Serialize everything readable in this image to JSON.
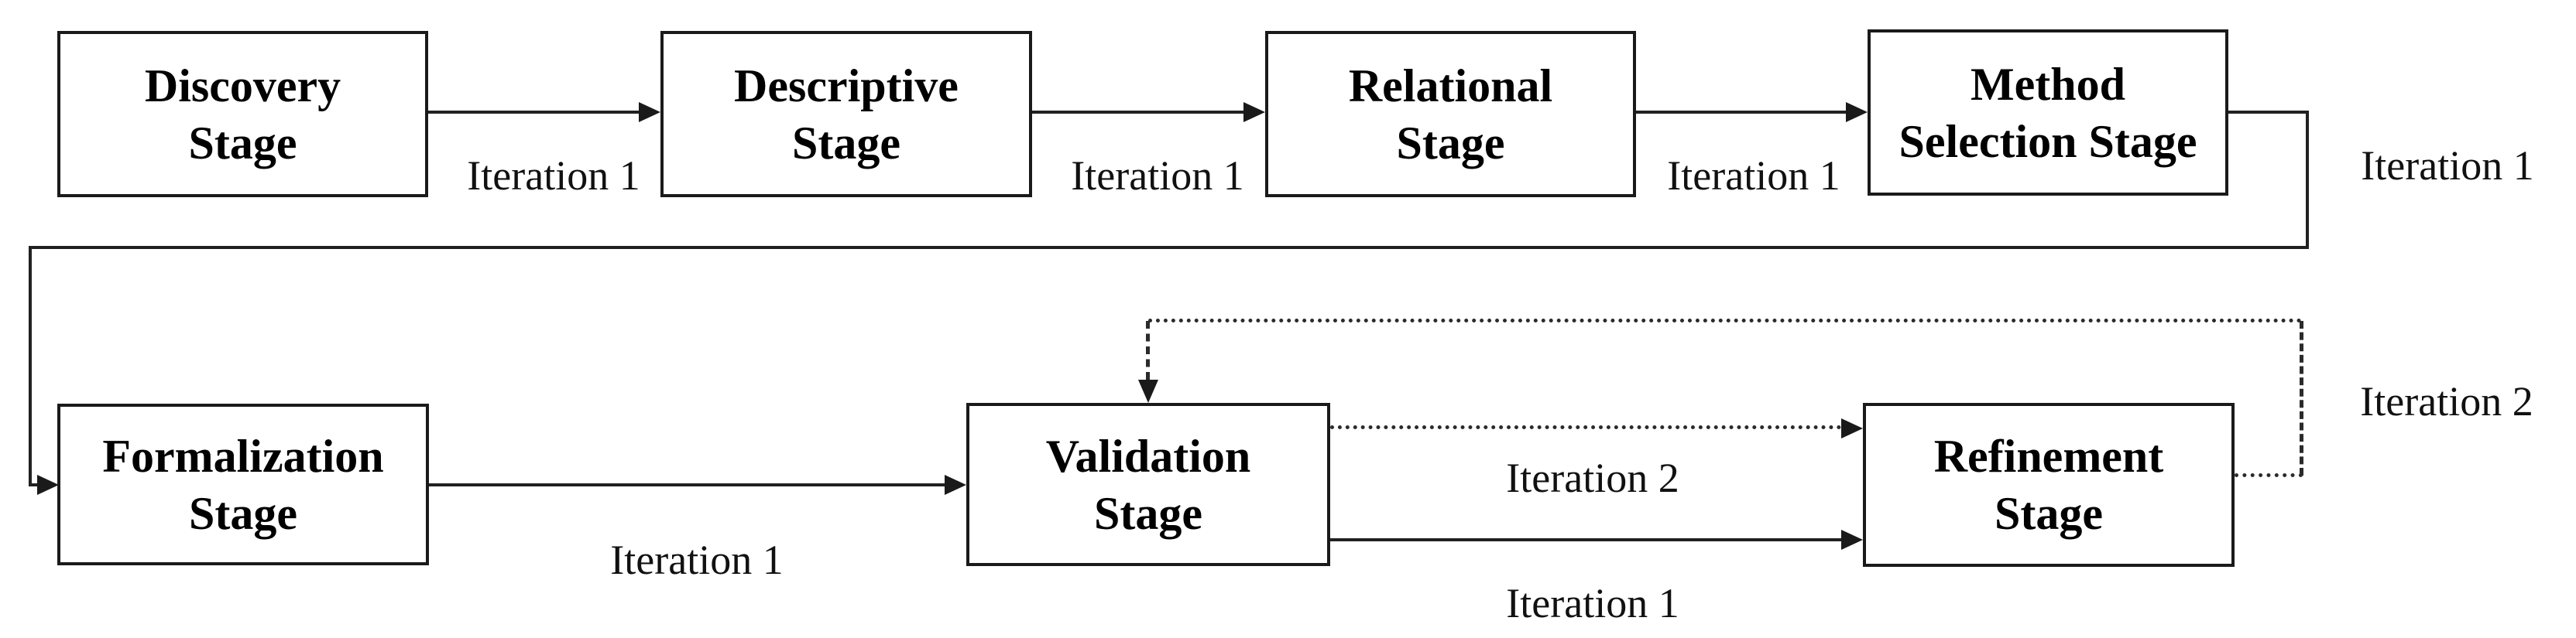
{
  "diagram": {
    "title": "Methodology stages flow diagram",
    "colors": {
      "background": "#ffffff",
      "box_fill": "#ffffff",
      "box_border": "#1a1a1a",
      "line": "#212121",
      "text": "#000000"
    },
    "stages": [
      {
        "id": "discovery-stage",
        "line1": "Discovery",
        "line2": "Stage"
      },
      {
        "id": "descriptive-stage",
        "line1": "Descriptive",
        "line2": "Stage"
      },
      {
        "id": "relational-stage",
        "line1": "Relational",
        "line2": "Stage"
      },
      {
        "id": "method-selection-stage",
        "line1": "Method",
        "line2": "Selection Stage"
      },
      {
        "id": "formalization-stage",
        "line1": "Formalization",
        "line2": "Stage"
      },
      {
        "id": "validation-stage",
        "line1": "Validation",
        "line2": "Stage"
      },
      {
        "id": "refinement-stage",
        "line1": "Refinement",
        "line2": "Stage"
      }
    ],
    "edge_labels": [
      {
        "id": "discovery-to-descriptive",
        "text": "Iteration 1"
      },
      {
        "id": "descriptive-to-relational",
        "text": "Iteration 1"
      },
      {
        "id": "relational-to-method-selection",
        "text": "Iteration 1"
      },
      {
        "id": "method-selection-to-formalization",
        "text": "Iteration 1"
      },
      {
        "id": "formalization-to-validation",
        "text": "Iteration 1"
      },
      {
        "id": "validation-to-refinement-solid",
        "text": "Iteration 1"
      },
      {
        "id": "validation-to-refinement-dotted",
        "text": "Iteration 2"
      },
      {
        "id": "refinement-to-validation-loop",
        "text": "Iteration 2"
      }
    ],
    "connections": [
      {
        "from": "Discovery Stage",
        "to": "Descriptive Stage",
        "style": "solid",
        "label": "Iteration 1"
      },
      {
        "from": "Descriptive Stage",
        "to": "Relational Stage",
        "style": "solid",
        "label": "Iteration 1"
      },
      {
        "from": "Relational Stage",
        "to": "Method Selection Stage",
        "style": "solid",
        "label": "Iteration 1"
      },
      {
        "from": "Method Selection Stage",
        "to": "Formalization Stage",
        "style": "solid",
        "label": "Iteration 1"
      },
      {
        "from": "Formalization Stage",
        "to": "Validation Stage",
        "style": "solid",
        "label": "Iteration 1"
      },
      {
        "from": "Validation Stage",
        "to": "Refinement Stage",
        "style": "solid",
        "label": "Iteration 1"
      },
      {
        "from": "Validation Stage",
        "to": "Refinement Stage",
        "style": "dotted",
        "label": "Iteration 2"
      },
      {
        "from": "Refinement Stage",
        "to": "Validation Stage",
        "style": "dotted",
        "label": "Iteration 2"
      }
    ]
  }
}
